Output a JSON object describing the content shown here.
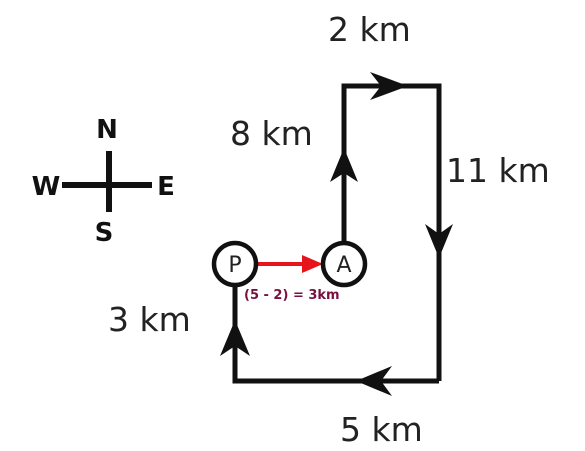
{
  "compass": {
    "north": "N",
    "south": "S",
    "east": "E",
    "west": "W"
  },
  "points": {
    "start": "P",
    "first_stop": "A"
  },
  "path": {
    "segments": [
      {
        "direction": "north",
        "distance": "8 km"
      },
      {
        "direction": "east",
        "distance": "2 km"
      },
      {
        "direction": "south",
        "distance": "11 km"
      },
      {
        "direction": "west",
        "distance": "5 km"
      },
      {
        "direction": "north",
        "distance": "3 km"
      }
    ],
    "color": "#111111"
  },
  "result": {
    "calculation": "(5 - 2) = 3km",
    "arrow_color": "#e8141b",
    "text_color": "#7a1040"
  }
}
